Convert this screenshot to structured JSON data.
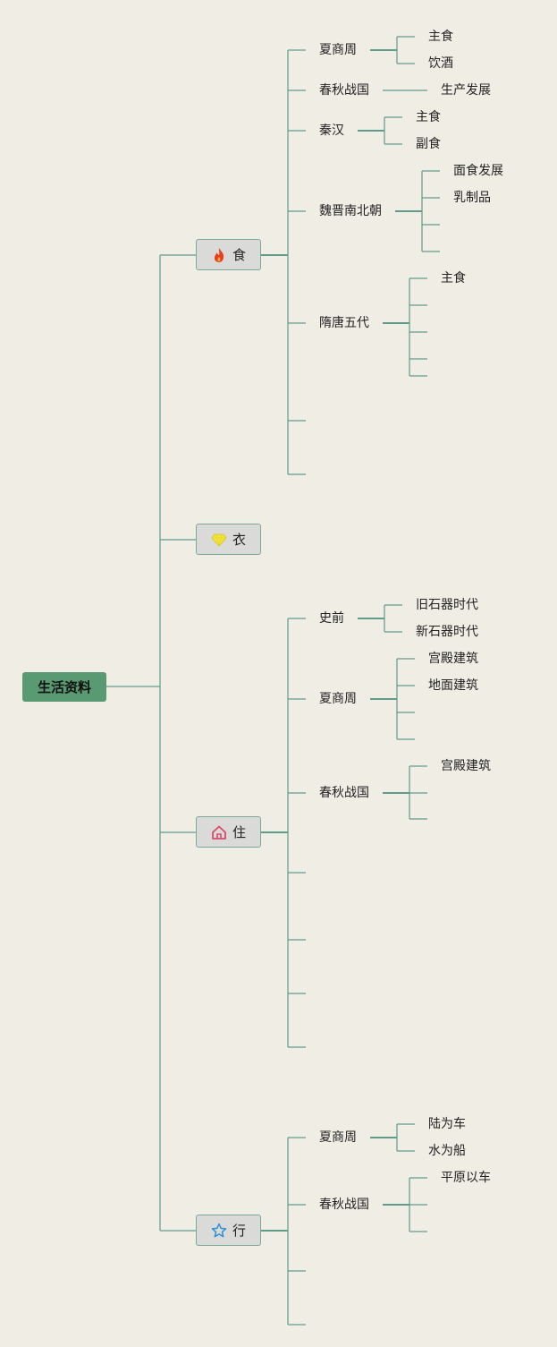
{
  "root": {
    "label": "生活资料"
  },
  "categories": [
    {
      "id": "food",
      "label": "食",
      "icon": "fire-icon",
      "children": [
        {
          "label": "夏商周",
          "children": [
            {
              "label": "主食"
            },
            {
              "label": "饮酒"
            }
          ]
        },
        {
          "label": "春秋战国",
          "children": [
            {
              "label": "生产发展"
            }
          ]
        },
        {
          "label": "秦汉",
          "children": [
            {
              "label": "主食"
            },
            {
              "label": "副食"
            }
          ]
        },
        {
          "label": "魏晋南北朝",
          "children": [
            {
              "label": "面食发展"
            },
            {
              "label": "乳制品"
            },
            {
              "label": ""
            },
            {
              "label": ""
            }
          ]
        },
        {
          "label": "隋唐五代",
          "children": [
            {
              "label": "主食"
            },
            {
              "label": ""
            },
            {
              "label": ""
            },
            {
              "label": ""
            },
            {
              "label": ""
            }
          ]
        },
        {
          "label": "",
          "children": []
        },
        {
          "label": "",
          "children": []
        }
      ]
    },
    {
      "id": "clothing",
      "label": "衣",
      "icon": "gem-icon",
      "children": []
    },
    {
      "id": "housing",
      "label": "住",
      "icon": "house-icon",
      "children": [
        {
          "label": "史前",
          "children": [
            {
              "label": "旧石器时代"
            },
            {
              "label": "新石器时代"
            }
          ]
        },
        {
          "label": "夏商周",
          "children": [
            {
              "label": "宫殿建筑"
            },
            {
              "label": "地面建筑"
            },
            {
              "label": ""
            },
            {
              "label": ""
            }
          ]
        },
        {
          "label": "春秋战国",
          "children": [
            {
              "label": "宫殿建筑"
            },
            {
              "label": ""
            },
            {
              "label": ""
            }
          ]
        },
        {
          "label": "",
          "children": []
        },
        {
          "label": "",
          "children": []
        },
        {
          "label": "",
          "children": []
        },
        {
          "label": "",
          "children": []
        }
      ]
    },
    {
      "id": "travel",
      "label": "行",
      "icon": "star-icon",
      "children": [
        {
          "label": "夏商周",
          "children": [
            {
              "label": "陆为车"
            },
            {
              "label": "水为船"
            }
          ]
        },
        {
          "label": "春秋战国",
          "children": [
            {
              "label": "平原以车"
            },
            {
              "label": ""
            },
            {
              "label": ""
            }
          ]
        },
        {
          "label": "",
          "children": []
        },
        {
          "label": "",
          "children": []
        }
      ]
    }
  ],
  "colors": {
    "background": "#f0ede4",
    "root": "#5a9a72",
    "line": "#5f9c8c",
    "category_box": "#dadbd8"
  }
}
